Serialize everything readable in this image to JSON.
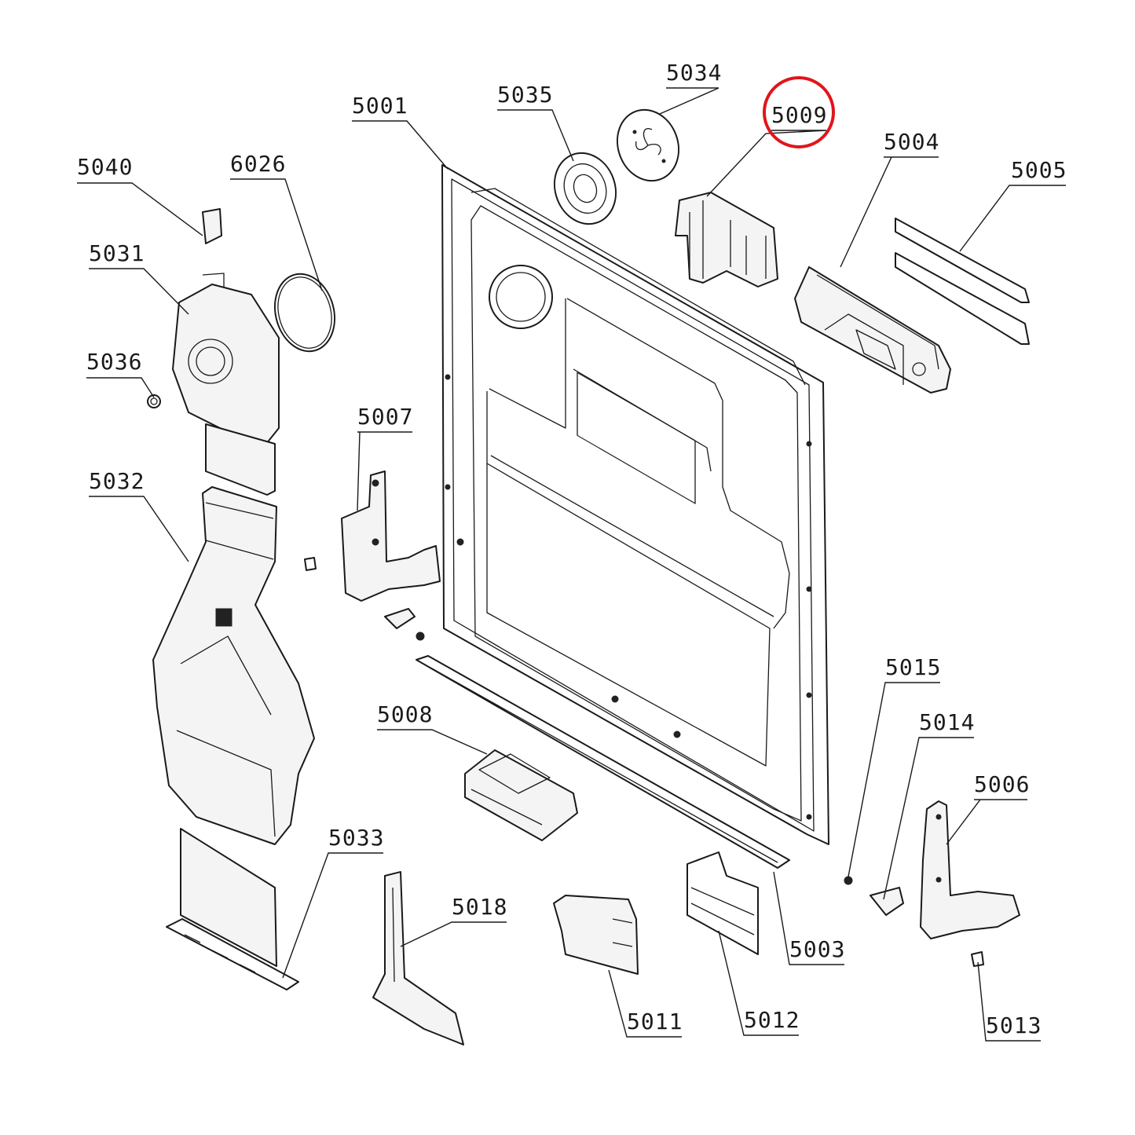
{
  "accent_color": "#e0151c",
  "line_color": "#1a1a1a",
  "highlighted_part": "5009",
  "callouts": [
    {
      "id": "5040",
      "label": "5040"
    },
    {
      "id": "6026",
      "label": "6026"
    },
    {
      "id": "5031",
      "label": "5031"
    },
    {
      "id": "5036",
      "label": "5036"
    },
    {
      "id": "5032",
      "label": "5032"
    },
    {
      "id": "5001",
      "label": "5001"
    },
    {
      "id": "5035",
      "label": "5035"
    },
    {
      "id": "5034",
      "label": "5034"
    },
    {
      "id": "5009",
      "label": "5009"
    },
    {
      "id": "5004",
      "label": "5004"
    },
    {
      "id": "5005",
      "label": "5005"
    },
    {
      "id": "5007",
      "label": "5007"
    },
    {
      "id": "5008",
      "label": "5008"
    },
    {
      "id": "5015",
      "label": "5015"
    },
    {
      "id": "5014",
      "label": "5014"
    },
    {
      "id": "5006",
      "label": "5006"
    },
    {
      "id": "5033",
      "label": "5033"
    },
    {
      "id": "5018",
      "label": "5018"
    },
    {
      "id": "5011",
      "label": "5011"
    },
    {
      "id": "5012",
      "label": "5012"
    },
    {
      "id": "5003",
      "label": "5003"
    },
    {
      "id": "5013",
      "label": "5013"
    }
  ]
}
